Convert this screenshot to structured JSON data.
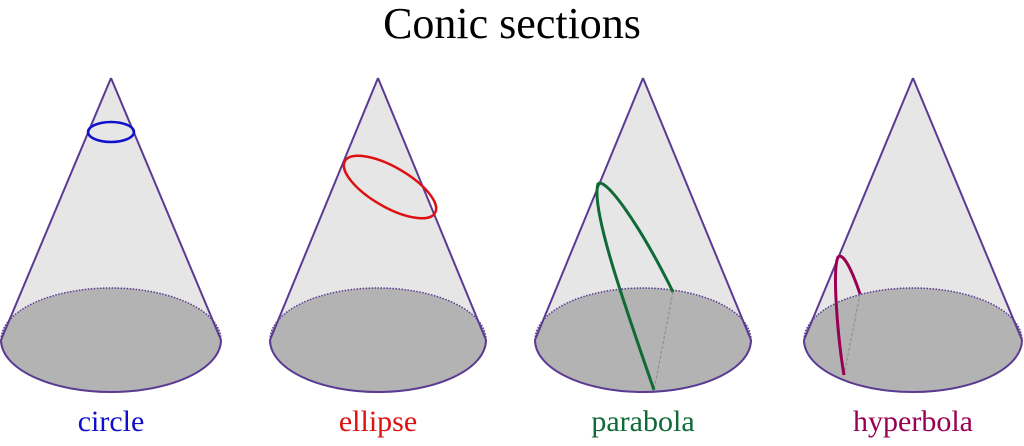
{
  "title": "Conic sections",
  "colors": {
    "cone_outline": "#5b3a93",
    "cone_fill": "#e6e6e6",
    "base_fill": "#b3b3b3",
    "circle": "#1010cc",
    "ellipse": "#dd1111",
    "parabola": "#0e6b35",
    "hyperbola": "#990055",
    "hidden_line": "#888888"
  },
  "sections": [
    {
      "name": "circle",
      "label": "circle",
      "color": "#1010cc"
    },
    {
      "name": "ellipse",
      "label": "ellipse",
      "color": "#dd1111"
    },
    {
      "name": "parabola",
      "label": "parabola",
      "color": "#0e6b35"
    },
    {
      "name": "hyperbola",
      "label": "hyperbola",
      "color": "#990055"
    }
  ]
}
